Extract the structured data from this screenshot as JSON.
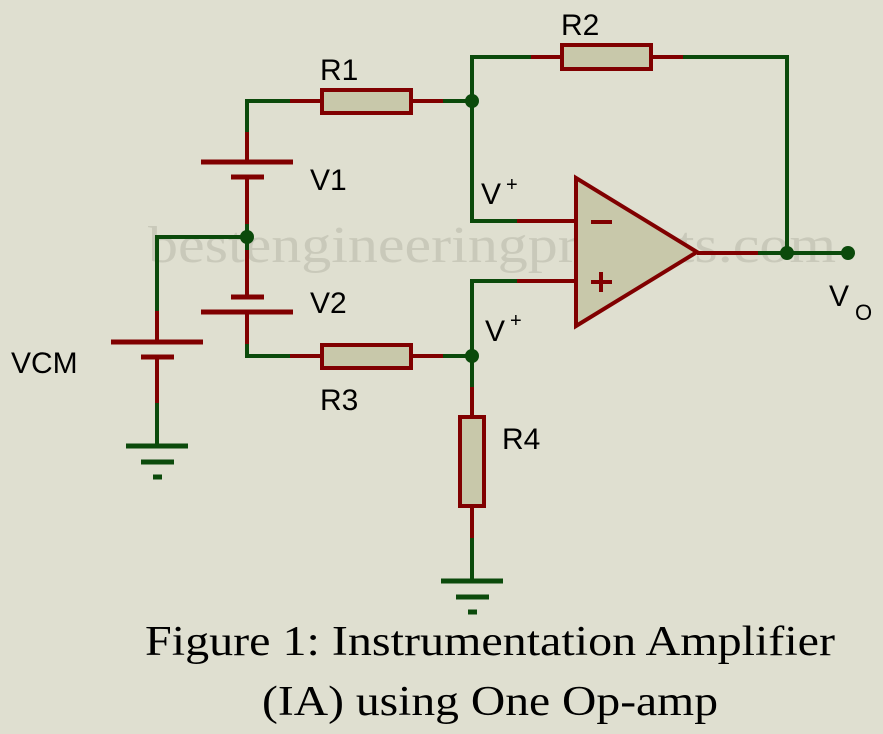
{
  "diagram": {
    "type": "circuit-schematic",
    "watermark": "bestengineeringprojects.com",
    "components": {
      "r1": {
        "label": "R1",
        "kind": "resistor"
      },
      "r2": {
        "label": "R2",
        "kind": "resistor"
      },
      "r3": {
        "label": "R3",
        "kind": "resistor"
      },
      "r4": {
        "label": "R4",
        "kind": "resistor"
      },
      "v1": {
        "label": "V1",
        "kind": "battery"
      },
      "v2": {
        "label": "V2",
        "kind": "battery"
      },
      "vcm": {
        "label": "VCM",
        "kind": "battery"
      },
      "opamp": {
        "kind": "op-amp",
        "inverting_sign": "−",
        "noninverting_sign": "+"
      }
    },
    "nodes": {
      "vplus_top": {
        "main": "V",
        "sup": "+"
      },
      "vplus_bottom": {
        "main": "V",
        "sup": "+"
      },
      "vout": {
        "main": "V",
        "sub": "O"
      }
    },
    "colors": {
      "background": "#dfdfd0",
      "wire": "#0b4a0b",
      "component": "#800000",
      "component_fill": "#c8c8aa"
    }
  },
  "caption": {
    "line1": "Figure 1: Instrumentation Amplifier",
    "line2": "(IA) using One Op-amp"
  }
}
